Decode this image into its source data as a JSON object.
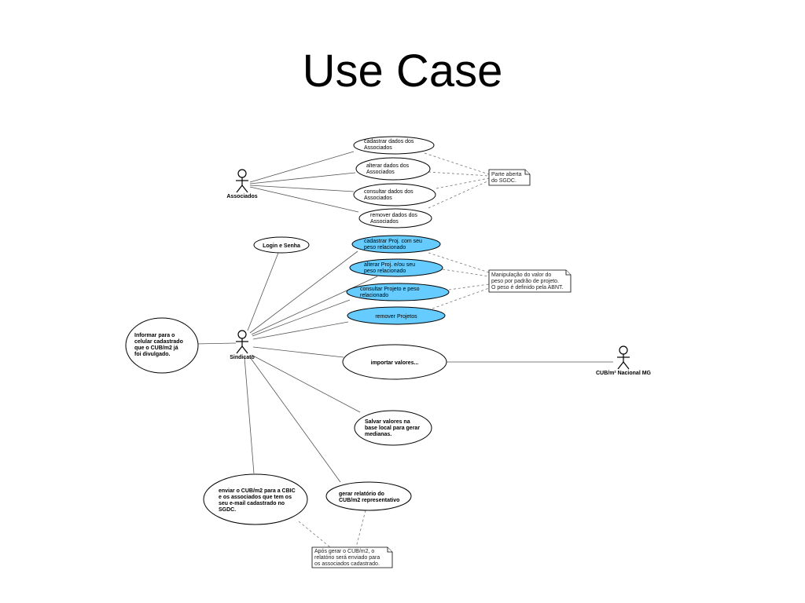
{
  "slide": {
    "title": "Use Case"
  },
  "actors": {
    "associados": "Associados",
    "sindicato": "Sindicato",
    "cub_nacional": "CUB/m² Nacional MG"
  },
  "use_cases": {
    "cadastrar_assoc": [
      "cadastrar dados dos",
      "Associados"
    ],
    "alterar_assoc": [
      "alterar dados dos",
      "Associados"
    ],
    "consultar_assoc": [
      "consultar dados dos",
      "Associados"
    ],
    "remover_assoc": [
      "remover dados dos",
      "Associados"
    ],
    "login": [
      "Login e Senha"
    ],
    "cadastrar_proj": [
      "cadastrar Proj. com seu",
      "peso relacionado"
    ],
    "alterar_proj": [
      "alterar Proj. e/ou seu",
      "peso relacionado"
    ],
    "consultar_proj": [
      "consultar Projeto e peso",
      "relacionado"
    ],
    "remover_proj": [
      "remover Projetos"
    ],
    "informar": [
      "Informar para o",
      "celular cadastrado",
      "que o CUB/m2 já",
      "foi divulgado."
    ],
    "importar": [
      "importar valores..."
    ],
    "salvar": [
      "Salvar valores na",
      "base local para gerar",
      "medianas."
    ],
    "enviar": [
      "enviar o CUB/m2 para a CBIC",
      "e os associados que tem os",
      "seu e-mail cadastrado no",
      "SGDC."
    ],
    "gerar": [
      "gerar relatório do",
      "CUB/m2 representativo"
    ]
  },
  "notes": {
    "parte_aberta": [
      "Parte aberta",
      "do SGDC."
    ],
    "manipulacao": [
      "Manipulação do valor do",
      "peso por padrão de projeto.",
      "O peso é definido pela ABNT."
    ],
    "apos_gerar": [
      "Após gerar o CUB/m2, o",
      "relatório será enviado para",
      "os associados cadastrado."
    ]
  }
}
